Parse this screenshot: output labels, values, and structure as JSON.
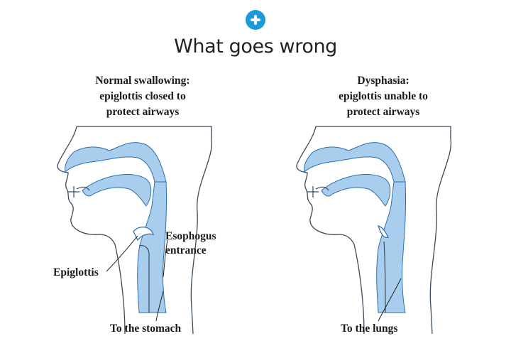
{
  "header": {
    "badge_icon": "plus-circle-icon",
    "badge_color": "#1a9ad9",
    "title": "What goes wrong"
  },
  "panels": {
    "normal": {
      "caption": "Normal swallowing:\nepiglottis closed to\nprotect airways",
      "labels": {
        "epiglottis": "Epiglottis",
        "esophagus": "Esophogus\nentrance",
        "destination": "To the stomach"
      }
    },
    "dysphasia": {
      "caption": "Dysphasia:\nepiglottis unable to\nprotect airways",
      "labels": {
        "destination": "To the lungs"
      }
    }
  },
  "colors": {
    "passage_fill": "#a9cdec",
    "outline": "#3a4a5a",
    "passage_stroke": "#2c6fae"
  }
}
